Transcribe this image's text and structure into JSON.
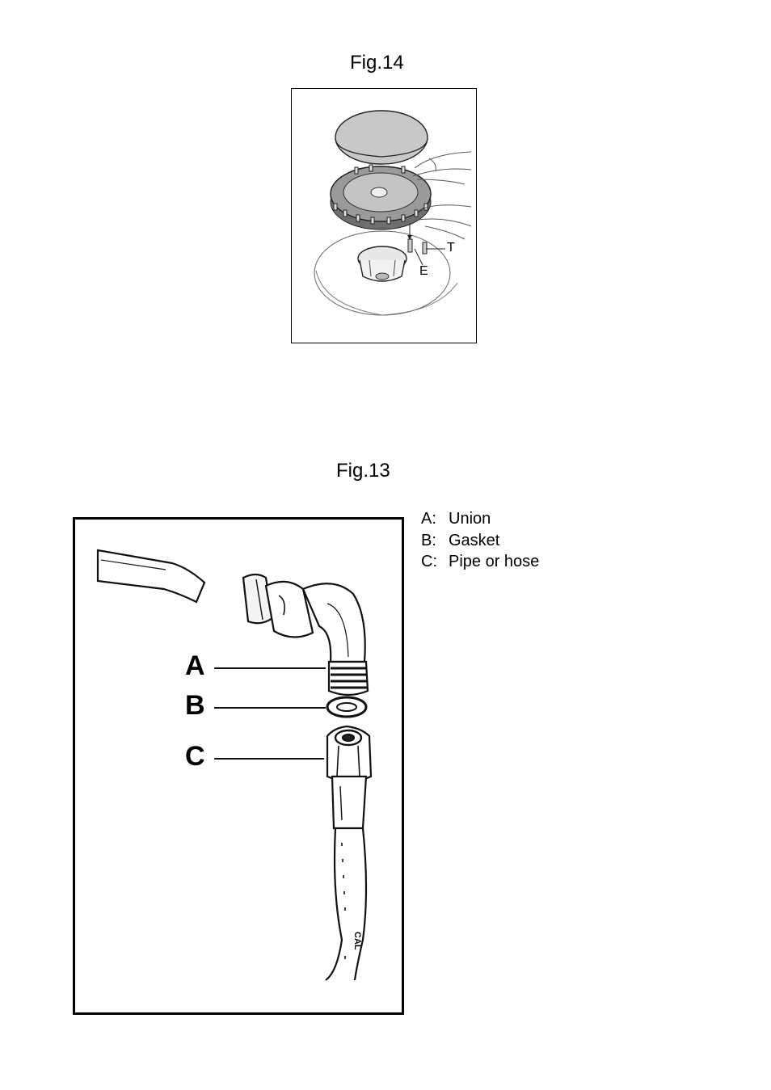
{
  "fig14": {
    "title": "Fig.14",
    "label_t": "T",
    "label_e": "E"
  },
  "fig13": {
    "title": "Fig.13",
    "letters": {
      "a": "A",
      "b": "B",
      "c": "C"
    },
    "hose_marking": "CAL",
    "legend": [
      {
        "key": "A:",
        "text": "Union"
      },
      {
        "key": "B:",
        "text": "Gasket"
      },
      {
        "key": "C:",
        "text": "Pipe or hose"
      }
    ]
  }
}
